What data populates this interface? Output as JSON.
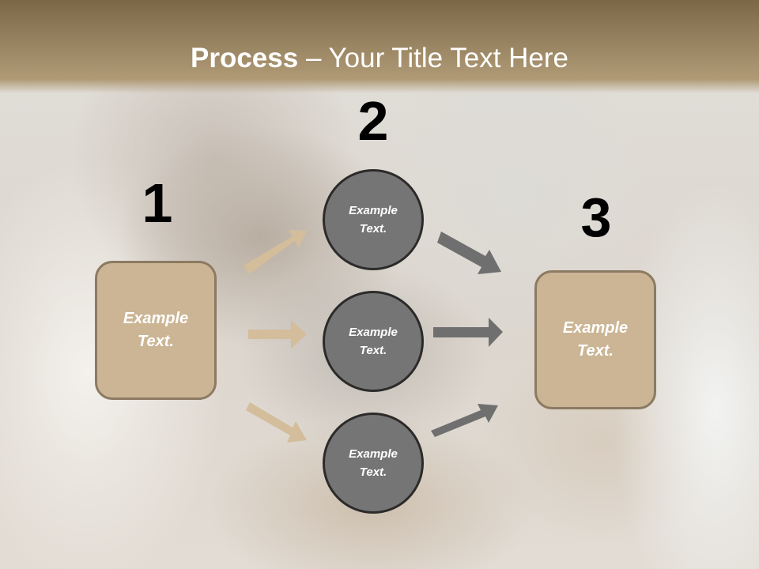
{
  "slide": {
    "title_bold": "Process",
    "title_rest": " – Your Title Text Here"
  },
  "steps": [
    {
      "number": "1",
      "text_line1": "Example",
      "text_line2": "Text."
    },
    {
      "number": "2"
    },
    {
      "number": "3",
      "text_line1": "Example",
      "text_line2": "Text."
    }
  ],
  "circles": [
    {
      "text_line1": "Example",
      "text_line2": "Text."
    },
    {
      "text_line1": "Example",
      "text_line2": "Text."
    },
    {
      "text_line1": "Example",
      "text_line2": "Text."
    }
  ],
  "colors": {
    "header": "#94805e",
    "box_fill": "#cbb594",
    "box_border": "#8c7a62",
    "circle_fill": "#767575",
    "circle_border": "#2c2b2a",
    "left_arrows": "#d3bd9b",
    "right_arrows": "#6f6f6f"
  }
}
